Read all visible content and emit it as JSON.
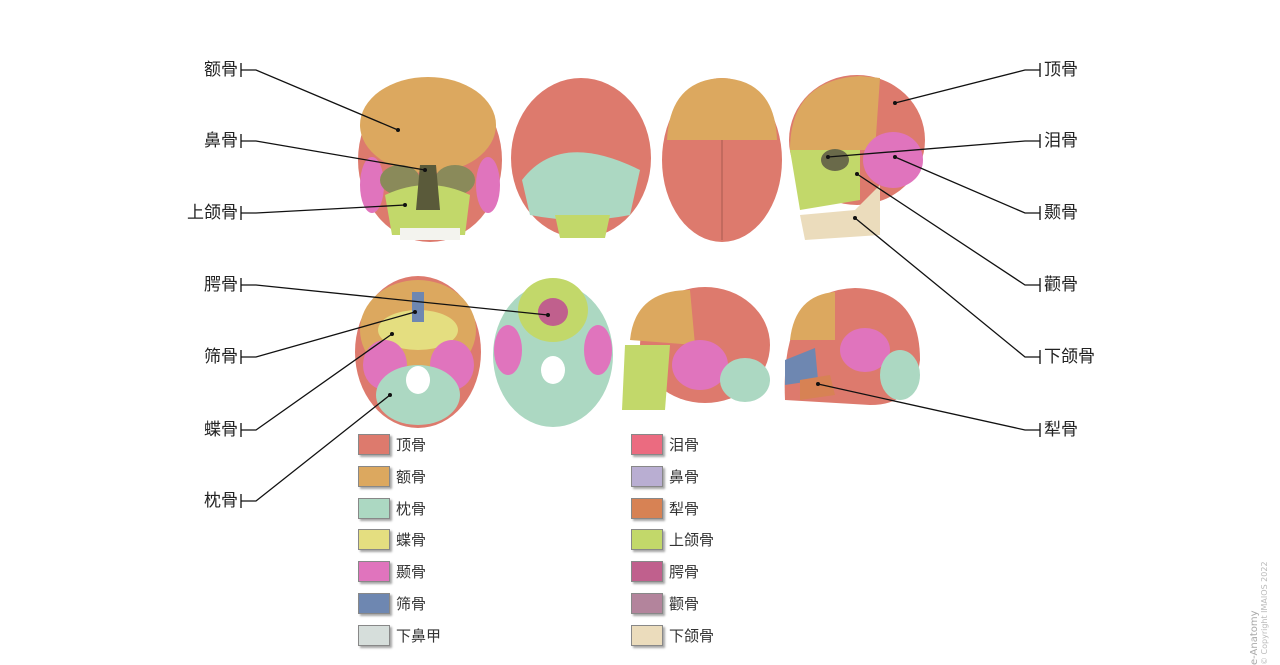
{
  "labels_left": [
    "额骨",
    "鼻骨",
    "上颌骨",
    "腭骨",
    "筛骨",
    "蝶骨",
    "枕骨"
  ],
  "labels_right": [
    "顶骨",
    "泪骨",
    "颞骨",
    "颧骨",
    "下颌骨",
    "犁骨"
  ],
  "legend_left": [
    {
      "label": "顶骨",
      "color": "#dd7a6d"
    },
    {
      "label": "额骨",
      "color": "#dca85f"
    },
    {
      "label": "枕骨",
      "color": "#acd8c2"
    },
    {
      "label": "蝶骨",
      "color": "#e4de80"
    },
    {
      "label": "颞骨",
      "color": "#e074bd"
    },
    {
      "label": "筛骨",
      "color": "#6e87b1"
    },
    {
      "label": "下鼻甲",
      "color": "#d6dedb"
    }
  ],
  "legend_right": [
    {
      "label": "泪骨",
      "color": "#eb6b80"
    },
    {
      "label": "鼻骨",
      "color": "#b9aed2"
    },
    {
      "label": "犁骨",
      "color": "#d78254"
    },
    {
      "label": "上颌骨",
      "color": "#c2d86a"
    },
    {
      "label": "腭骨",
      "color": "#c0608d"
    },
    {
      "label": "颧骨",
      "color": "#b3849c"
    },
    {
      "label": "下颌骨",
      "color": "#ebdcbc"
    }
  ],
  "watermark": {
    "brand": "e-Anatomy",
    "copyright": "© Copyright IMAIOS 2022"
  }
}
